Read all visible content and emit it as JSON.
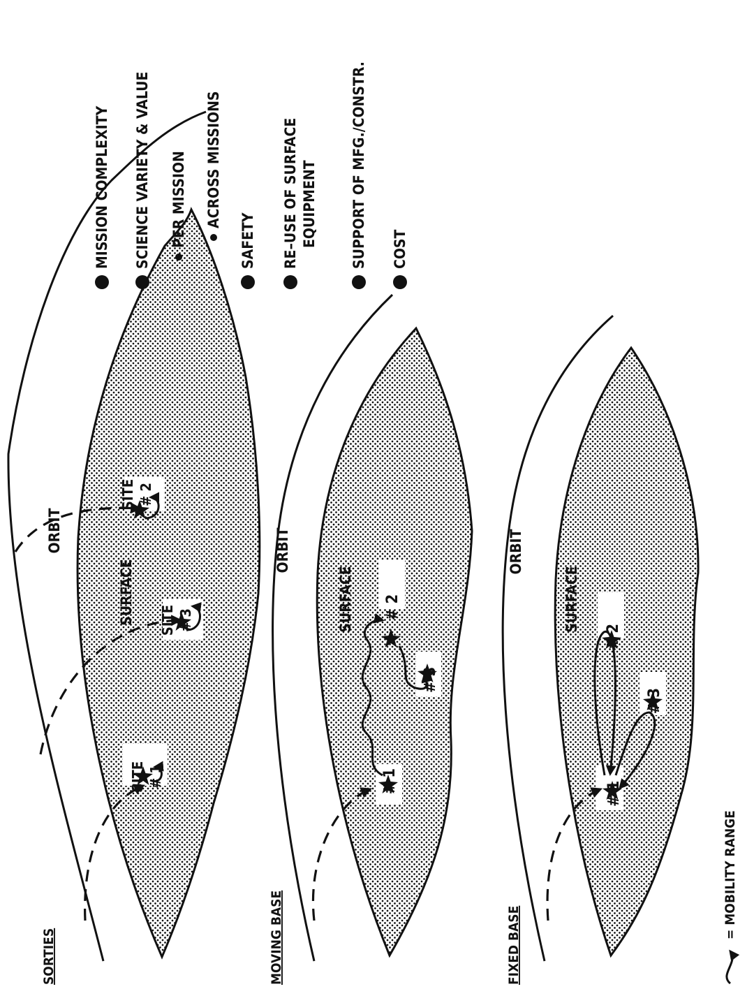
{
  "panels": {
    "sorties": {
      "title": "SORTIES",
      "orbit": "ORBIT",
      "surface": "SURFACE",
      "site1": [
        "SITE",
        "# 1"
      ],
      "site2": [
        "SITE",
        "# 2"
      ],
      "site3": [
        "SITE",
        "# 3"
      ]
    },
    "moving_base": {
      "title": "MOVING BASE",
      "orbit": "ORBIT",
      "surface": "SURFACE",
      "site1": "# 1",
      "site2": "# 2",
      "site3": "# 3"
    },
    "fixed_base": {
      "title": "FIXED BASE",
      "orbit": "ORBIT",
      "surface": "SURFACE",
      "site1": "# 1",
      "site2": "# 2",
      "site3": "# 3"
    }
  },
  "legend": {
    "label": "= MOBILITY RANGE"
  },
  "criteria": [
    "MISSION COMPLEXITY",
    "SCIENCE VARIETY & VALUE",
    "PER MISSION",
    "ACROSS MISSIONS",
    "SAFETY",
    "RE–USE OF SURFACE",
    "EQUIPMENT",
    "SUPPORT OF MFG./CONSTR.",
    "COST"
  ]
}
